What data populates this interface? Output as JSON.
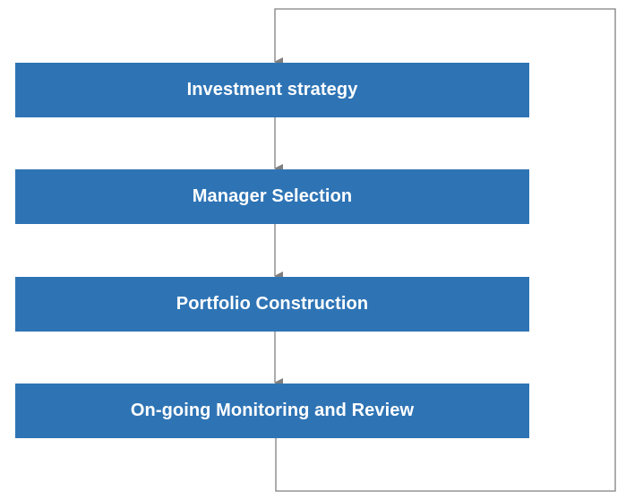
{
  "colors": {
    "box_fill": "#2e74b5",
    "box_text": "#ffffff",
    "connector": "#7f7f7f",
    "background": "#ffffff"
  },
  "steps": [
    {
      "label": "Investment strategy"
    },
    {
      "label": "Manager Selection"
    },
    {
      "label": "Portfolio Construction"
    },
    {
      "label": "On-going Monitoring and Review"
    }
  ]
}
